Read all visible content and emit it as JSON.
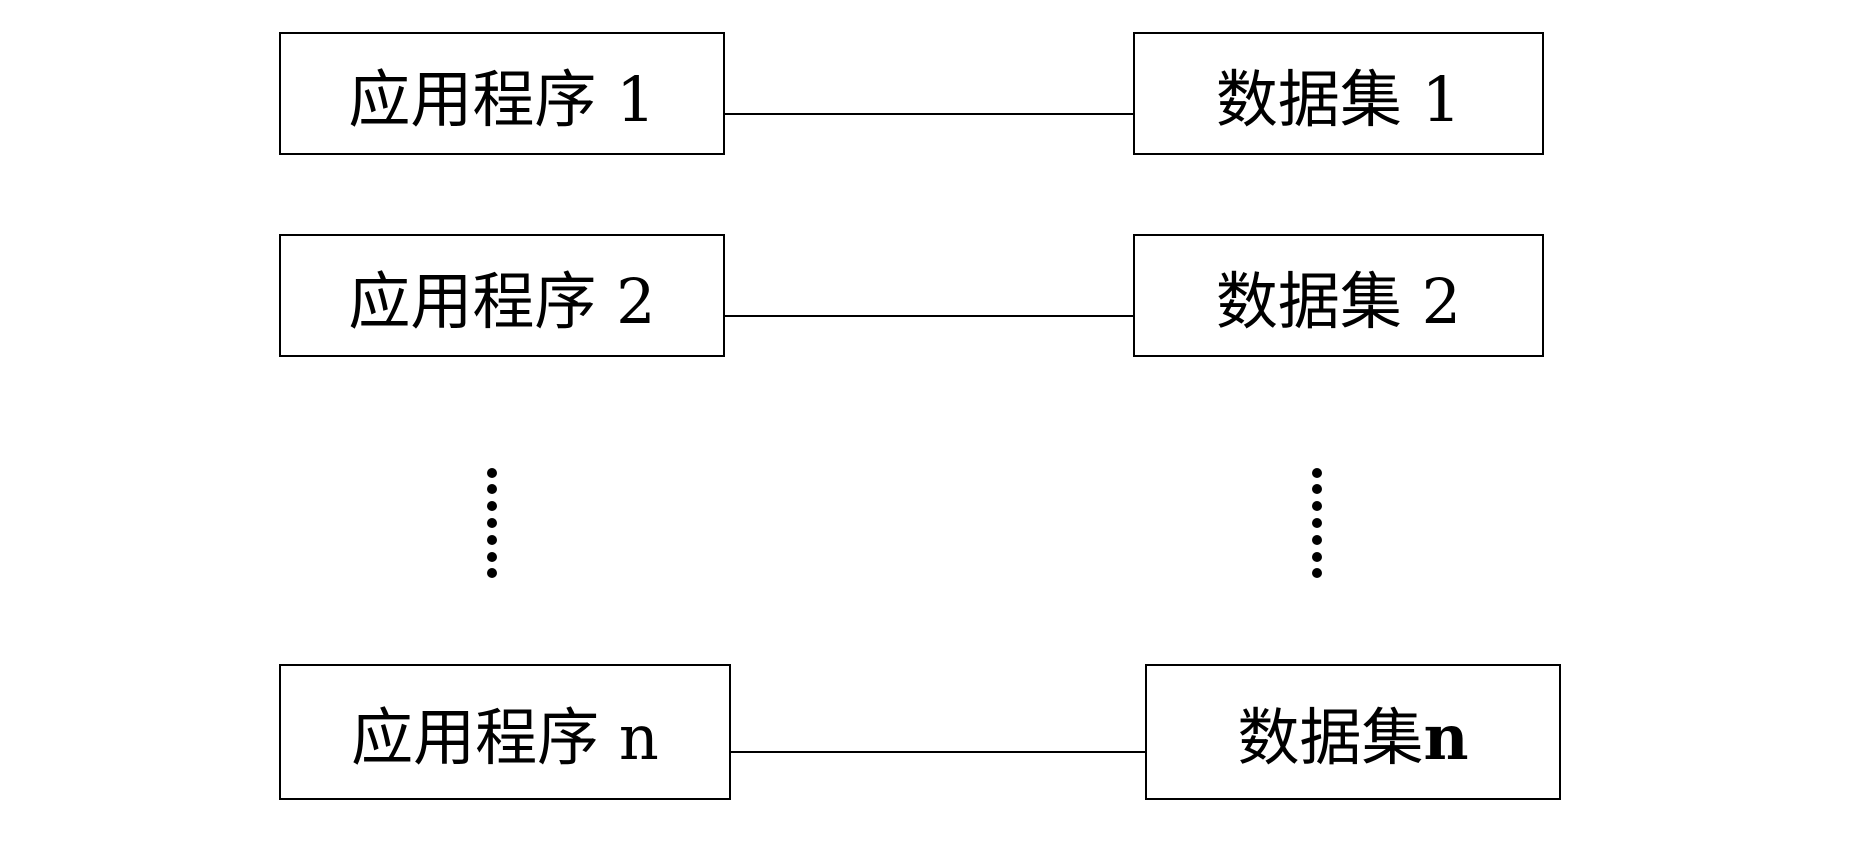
{
  "rows": [
    {
      "app": "应用程序 1",
      "dataset": "数据集 1"
    },
    {
      "app": "应用程序 2",
      "dataset": "数据集 2"
    },
    {
      "app": "应用程序 n",
      "dataset_prefix": "数据集",
      "dataset_suffix": "n"
    }
  ],
  "colors": {
    "stroke": "#000000",
    "background": "#ffffff"
  }
}
